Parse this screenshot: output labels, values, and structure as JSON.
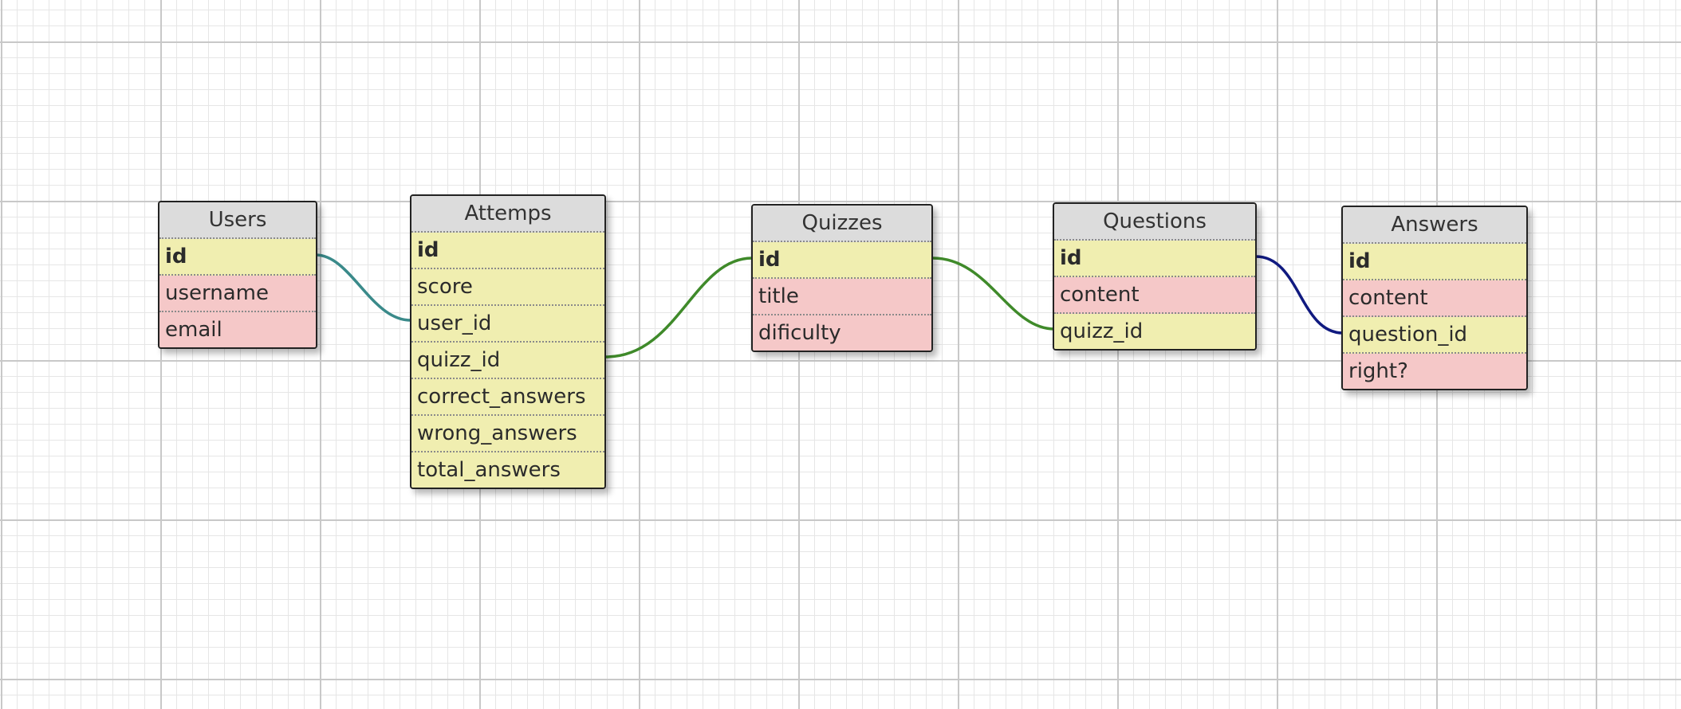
{
  "colors": {
    "key_row": "#f0eeb0",
    "plain_row": "#f5c8c8",
    "header_bg": "#dcdcdc",
    "link_users_attemps": "#3a8a8a",
    "link_attemps_quizzes": "#3f8a2a",
    "link_quizzes_questions": "#3f8a2a",
    "link_questions_answers": "#101a80"
  },
  "tables": {
    "users": {
      "name": "Users",
      "fields": [
        "id",
        "username",
        "email"
      ]
    },
    "attemps": {
      "name": "Attemps",
      "fields": [
        "id",
        "score",
        "user_id",
        "quizz_id",
        "correct_answers",
        "wrong_answers",
        "total_answers"
      ]
    },
    "quizzes": {
      "name": "Quizzes",
      "fields": [
        "id",
        "title",
        "dificulty"
      ]
    },
    "questions": {
      "name": "Questions",
      "fields": [
        "id",
        "content",
        "quizz_id"
      ]
    },
    "answers": {
      "name": "Answers",
      "fields": [
        "id",
        "content",
        "question_id",
        "right?"
      ]
    }
  },
  "relations": [
    {
      "from": "users.id",
      "to": "attemps.user_id"
    },
    {
      "from": "attemps.quizz_id",
      "to": "quizzes.id"
    },
    {
      "from": "quizzes.id",
      "to": "questions.quizz_id"
    },
    {
      "from": "questions.id",
      "to": "answers.question_id"
    }
  ]
}
